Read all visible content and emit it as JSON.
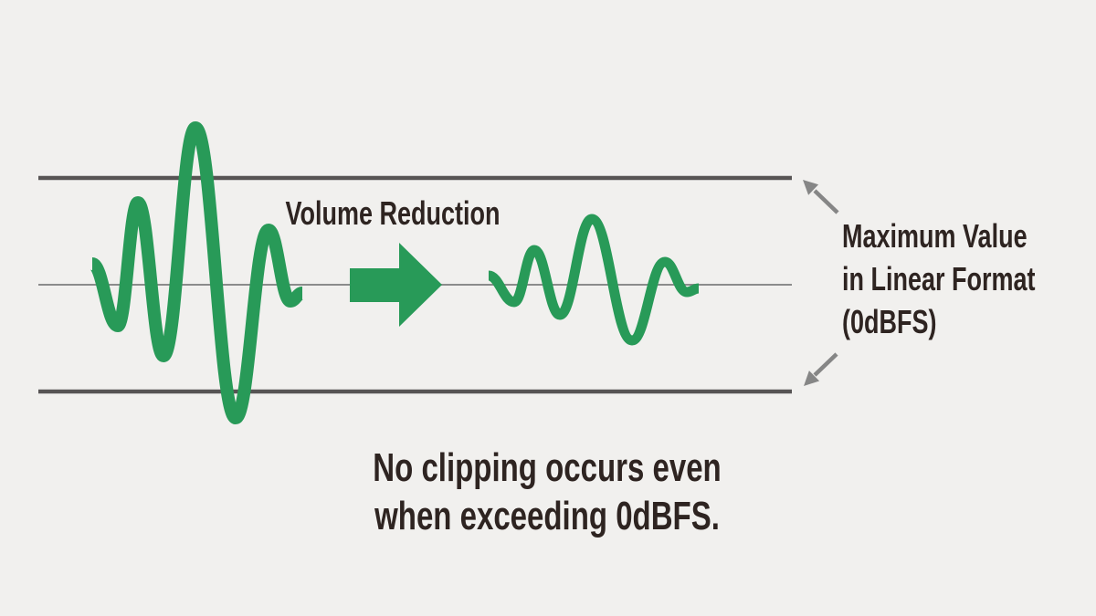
{
  "labels": {
    "arrow": "Volume Reduction",
    "max_value_line1": "Maximum Value",
    "max_value_line2": "in Linear Format",
    "max_value_line3": "(0dBFS)",
    "caption_line1": "No clipping occurs even",
    "caption_line2": "when exceeding 0dBFS."
  },
  "colors": {
    "background": "#f1f0ee",
    "wave_green": "#289a58",
    "line_dark": "#575454",
    "line_mid": "#8b8b8b",
    "arrow_gray": "#868686",
    "text": "#2e2421"
  }
}
